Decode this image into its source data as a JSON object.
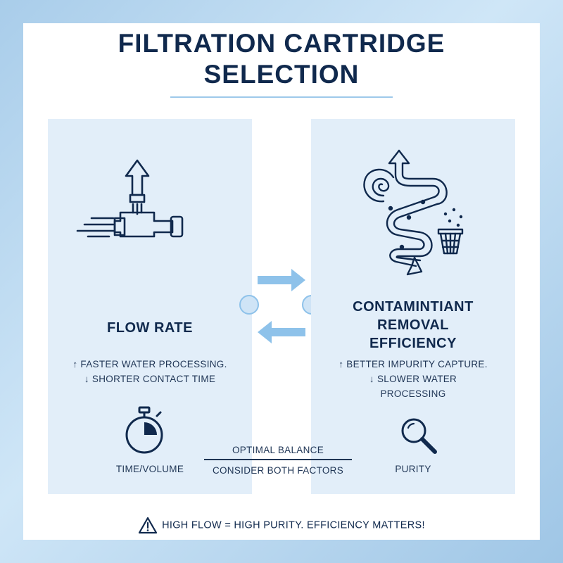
{
  "title_line1": "FILTRATION CARTRIDGE",
  "title_line2": "SELECTION",
  "left_panel": {
    "heading": "FLOW RATE",
    "point1": "↑ FASTER WATER PROCESSING.",
    "point2": "↓ SHORTER CONTACT TIME",
    "caption": "TIME/VOLUME",
    "icon": "pipe-flow-icon",
    "caption_icon": "stopwatch-icon"
  },
  "right_panel": {
    "heading_line1": "CONTAMINTIANT",
    "heading_line2": "REMOVAL",
    "heading_line3": "EFFICIENCY",
    "point1": "↑ BETTER IMPURITY CAPTURE.",
    "point2_line1": "↓ SLOWER WATER",
    "point2_line2": "PROCESSING",
    "caption": "PURITY",
    "icon": "winding-path-icon",
    "caption_icon": "magnifier-icon"
  },
  "balance": {
    "top": "OPTIMAL BALANCE",
    "bottom": "CONSIDER BOTH FACTORS"
  },
  "warning": {
    "text": "HIGH FLOW = HIGH PURITY. EFFICIENCY MATTERS!",
    "icon": "warning-icon"
  },
  "colors": {
    "navy": "#10294d",
    "panel": "#e2eef9",
    "accent": "#8ec2ea"
  }
}
